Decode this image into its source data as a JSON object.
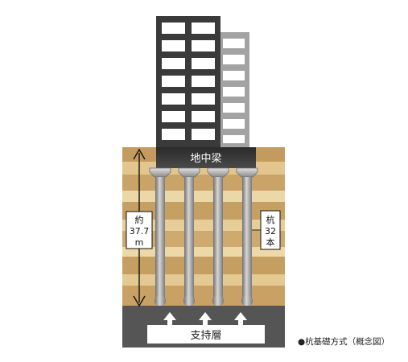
{
  "labels": {
    "beam": "地中梁",
    "depth_line1": "約",
    "depth_line2": "37.7",
    "depth_line3": "m",
    "piles_line1": "杭",
    "piles_line2": "32",
    "piles_line3": "本",
    "bearing_layer": "支持層",
    "caption": "●杭基礎方式（概念図）"
  },
  "colors": {
    "building_dark": "#3a3a3a",
    "building_light": "#9c9c9c",
    "soil_dark": "#c9a46a",
    "soil_light": "#e6cb93",
    "bearing": "#555555",
    "pile": "#a9a9a9"
  }
}
